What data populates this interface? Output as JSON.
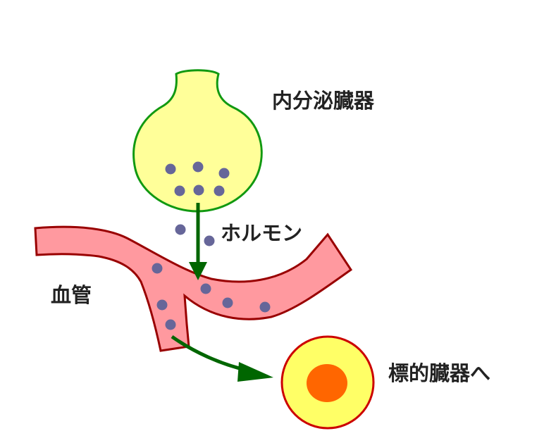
{
  "labels": {
    "endocrine": "内分泌臓器",
    "hormone": "ホルモン",
    "vessel": "血管",
    "target": "標的臓器へ"
  },
  "colors": {
    "gland_fill": "#ffff99",
    "gland_stroke": "#119911",
    "vessel_fill": "#ff999f",
    "vessel_stroke": "#990000",
    "dot": "#666699",
    "arrow": "#006600",
    "target_outer": "#ffff66",
    "target_ring": "#cc0000",
    "target_nucleus": "#ff6600"
  }
}
